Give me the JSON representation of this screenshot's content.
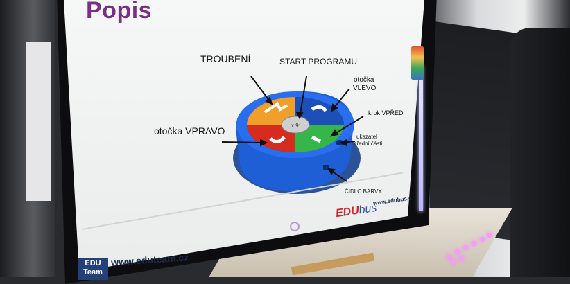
{
  "slide": {
    "title": "Popis",
    "labels": {
      "horn": "TROUBENÍ",
      "start": "START PROGRAMU",
      "turn_left_1": "otočka",
      "turn_left_2": "VLEVO",
      "step_forward": "krok VPŘED",
      "pointer_1": "ukazatel",
      "pointer_2": "přední části",
      "turn_right": "otočka VPRAVO",
      "color_sensor": "ČIDLO BARVY"
    },
    "center_button_text": "x 9:",
    "brand": {
      "edu": "EDU",
      "bus": "bus",
      "small_url": "www.edubus.cz",
      "footer_url": "www.eduteam.cz",
      "logo_line1": "EDU",
      "logo_line2": "Team"
    }
  },
  "colors": {
    "robot_body": "#1f5fd6",
    "button_orange": "#f0a02a",
    "button_blue": "#1d4fb8",
    "button_red": "#d62b1f",
    "button_green": "#35b54a",
    "title_accent": "#7a2f86"
  }
}
